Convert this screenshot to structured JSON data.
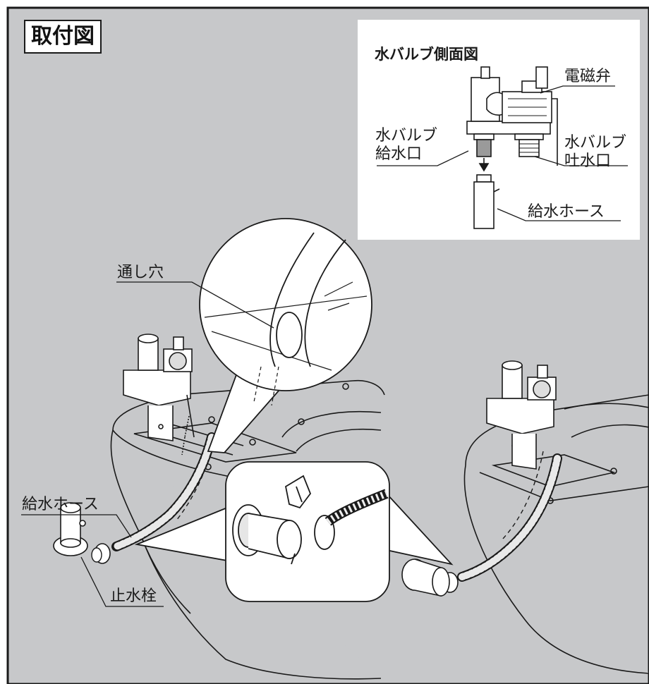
{
  "figure": {
    "title": "取付図",
    "background_color": "#c7c8ca",
    "line_color": "#1a1a1a"
  },
  "inset": {
    "title": "水バルブ側面図",
    "labels": {
      "solenoid_valve": "電磁弁",
      "inlet_line1": "水バルブ",
      "inlet_line2": "給水口",
      "outlet_line1": "水バルブ",
      "outlet_line2": "吐水口",
      "supply_hose": "給水ホース"
    }
  },
  "main_labels": {
    "through_hole": "通し穴",
    "supply_hose": "給水ホース",
    "stop_valve": "止水栓"
  }
}
